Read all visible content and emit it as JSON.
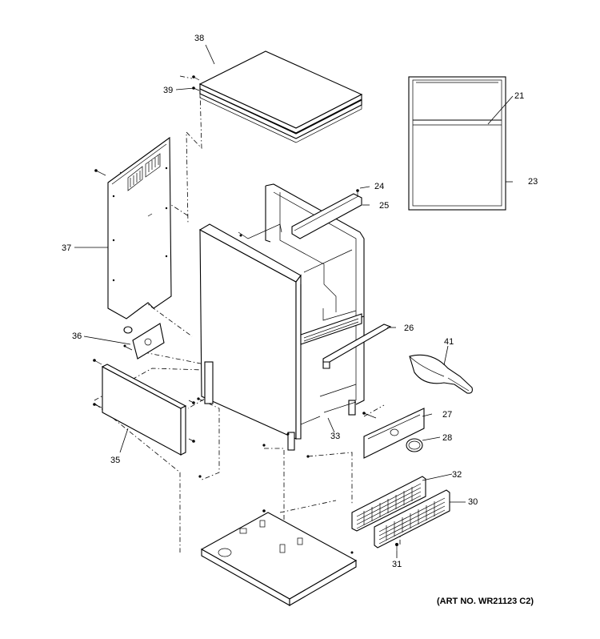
{
  "diagram": {
    "art_number": "(ART NO. WR21123 C2)",
    "callouts": {
      "p38": "38",
      "p39": "39",
      "p21": "21",
      "p23": "23",
      "p24": "24",
      "p25": "25",
      "p37": "37",
      "p26": "26",
      "p36": "36",
      "p41": "41",
      "p27": "27",
      "p35": "35",
      "p33": "33",
      "p28": "28",
      "p32": "32",
      "p30": "30",
      "p31": "31"
    }
  }
}
